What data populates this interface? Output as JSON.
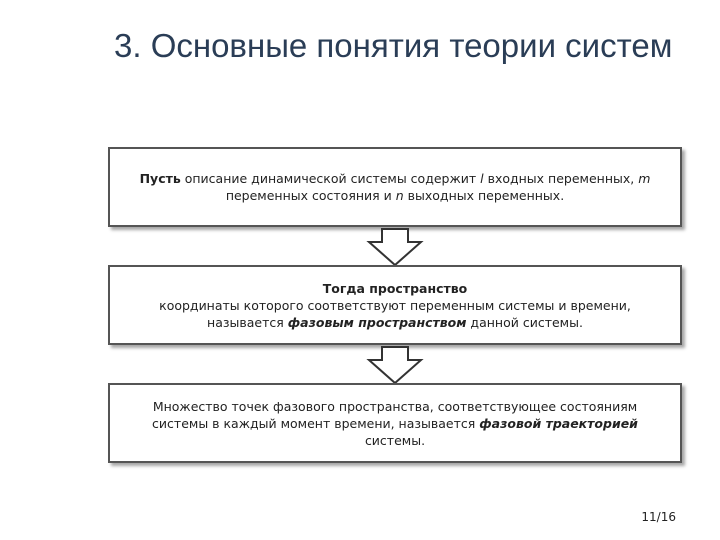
{
  "title": "3. Основные понятия теории систем",
  "boxes": [
    {
      "line1_bold": "Пусть",
      "line1_a": " описание динамической системы содержит ",
      "var_l": "l",
      "line1_b": " входных переменных, ",
      "var_m": "m",
      "line2_a": "переменных состояния и ",
      "var_n": "n",
      "line2_b": " выходных переменных."
    },
    {
      "line1": "Тогда пространство",
      "line2": "координаты которого соответствуют переменным системы и времени,",
      "line3_a": "называется ",
      "line3_term": "фазовым пространством",
      "line3_b": " данной системы."
    },
    {
      "line1": "Множество точек фазового пространства, соответствующее состояниям",
      "line2_a": "системы в каждый момент времени, называется ",
      "line2_term": "фазовой траекторией",
      "line3": "системы."
    }
  ],
  "page_number": "11/16"
}
